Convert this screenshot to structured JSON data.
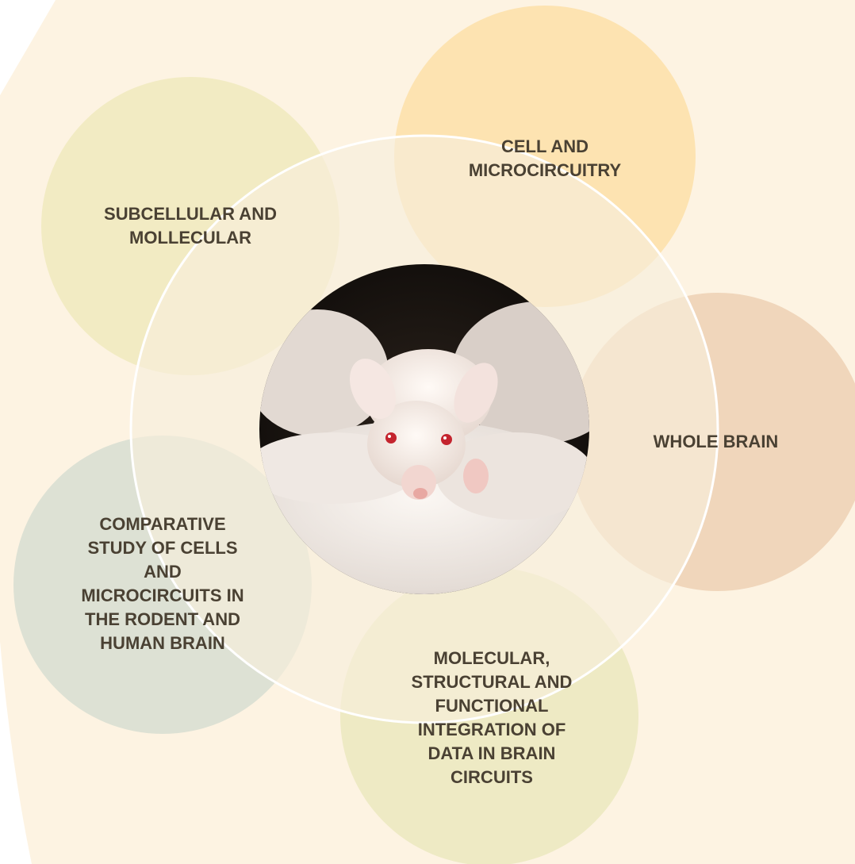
{
  "colors": {
    "background": "#fdf3e2",
    "subcellular": "#f2ebc3",
    "cell": "#fde3b1",
    "whole_brain": "#f0d6bb",
    "comparative": "#dde1d4",
    "integration": "#eeeac4",
    "overlay": "#f7eedc",
    "text_dark": "#4a4133",
    "text_light": "#a09484"
  },
  "nodes": {
    "subcellular": "SUBCELLULAR AND MOLLECULAR",
    "cell": "CELL AND MICROCIRCUITRY",
    "whole_brain": "WHOLE BRAIN",
    "comparative": "COMPARATIVE STUDY OF CELLS AND MICROCIRCUITS IN THE RODENT AND HUMAN BRAIN",
    "integration": "MOLECULAR, STRUCTURAL AND FUNCTIONAL INTEGRATION OF DATA IN BRAIN CIRCUITS"
  },
  "center_image": "white laboratory mouse held in gloved hands"
}
